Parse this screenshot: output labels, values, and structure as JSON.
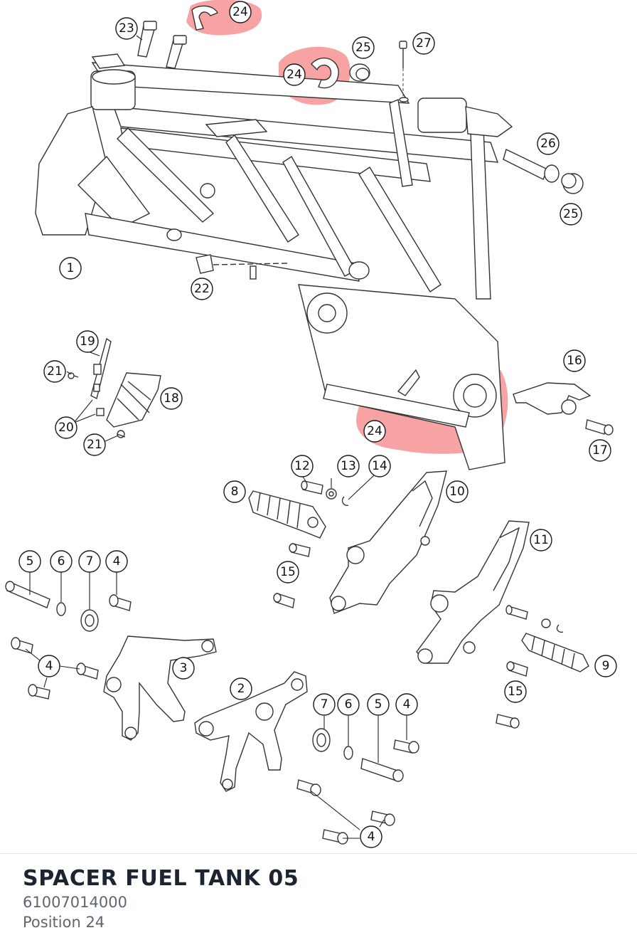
{
  "part": {
    "title": "SPACER FUEL TANK 05",
    "number": "61007014000",
    "position": "Position 24"
  },
  "colors": {
    "highlight": "#f26b6b",
    "title": "#1c2331",
    "subtext": "#5f6670",
    "line": "#333333"
  },
  "highlighted_position": "24",
  "callouts": {
    "c1": "1",
    "c2": "2",
    "c3": "3",
    "c4a": "4",
    "c4b": "4",
    "c4c": "4",
    "c4d": "4",
    "c5a": "5",
    "c5b": "5",
    "c6a": "6",
    "c6b": "6",
    "c7a": "7",
    "c7b": "7",
    "c8": "8",
    "c9": "9",
    "c10": "10",
    "c11": "11",
    "c12": "12",
    "c13": "13",
    "c14": "14",
    "c15a": "15",
    "c15b": "15",
    "c16": "16",
    "c17": "17",
    "c18": "18",
    "c19": "19",
    "c20": "20",
    "c21a": "21",
    "c21b": "21",
    "c22": "22",
    "c23": "23",
    "c24a": "24",
    "c24b": "24",
    "c24c": "24",
    "c25a": "25",
    "c25b": "25",
    "c26": "26",
    "c27": "27"
  }
}
